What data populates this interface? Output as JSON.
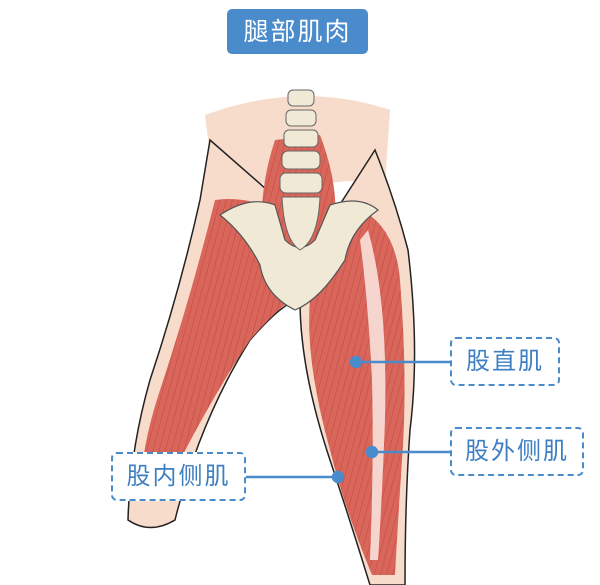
{
  "title": "腿部肌肉",
  "labels": {
    "rectus_femoris": "股直肌",
    "vastus_lateralis": "股外侧肌",
    "vastus medialis": "股内侧肌",
    "vastus_medialis": "股内侧肌"
  },
  "colors": {
    "accent": "#4a8bcb",
    "muscle": "#d9665a",
    "skin": "#f8dccb",
    "bone": "#efe9d6"
  }
}
